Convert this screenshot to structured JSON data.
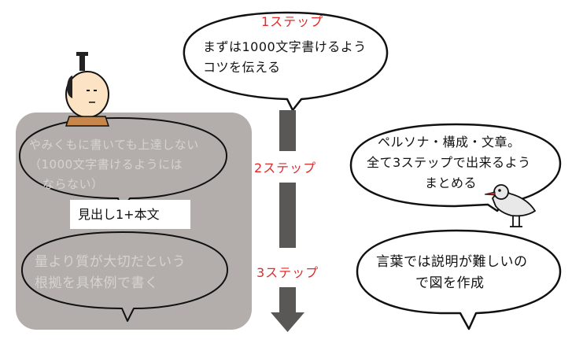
{
  "steps": {
    "step1": "1ステップ",
    "step2": "2ステップ",
    "step3": "3ステップ"
  },
  "top_bubble": {
    "line1": "まずは1000文字書けるよう",
    "line2": "コツを伝える"
  },
  "left_panel": {
    "bubble1": {
      "line1": "やみくもに書いても上達しない",
      "line2": "（1000文字書けるようには",
      "line3": "ならない）"
    },
    "heading_label": "見出し1+本文",
    "bubble2": {
      "line1": "量より質が大切だという",
      "line2": "根拠を具体例で書く"
    }
  },
  "right_bubble1": {
    "line1": "ペルソナ・構成・文章。",
    "line2": "全て3ステップで出来るよう",
    "line3": "まとめる"
  },
  "right_bubble2": {
    "line1": "言葉では説明が難しいの",
    "line2": "で図を作成"
  },
  "colors": {
    "panel": "#b3aeac",
    "arrow": "#5a5757",
    "step_label": "#e02a2a"
  }
}
